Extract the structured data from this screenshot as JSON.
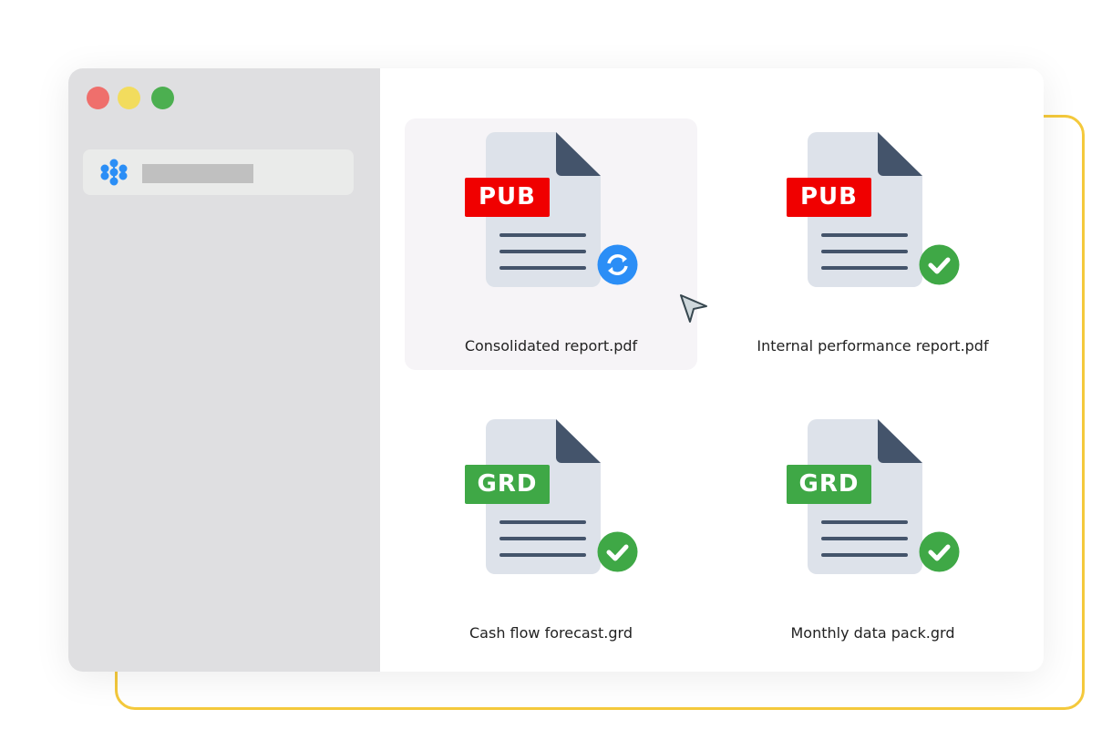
{
  "window": {
    "controls": [
      {
        "name": "close",
        "color": "#ef6f6c"
      },
      {
        "name": "minimize",
        "color": "#f2dc5d"
      },
      {
        "name": "maximize",
        "color": "#4caf50"
      }
    ]
  },
  "sidebar": {
    "app_icon": "dots-logo-icon"
  },
  "files": [
    {
      "name": "Consolidated report.pdf",
      "badge": "PUB",
      "badge_color": "#f00000",
      "status": "syncing",
      "selected": true
    },
    {
      "name": "Internal performance report.pdf",
      "badge": "PUB",
      "badge_color": "#f00000",
      "status": "synced",
      "selected": false
    },
    {
      "name": "Cash flow forecast.grd",
      "badge": "GRD",
      "badge_color": "#3fa846",
      "status": "synced",
      "selected": false
    },
    {
      "name": "Monthly data pack.grd",
      "badge": "GRD",
      "badge_color": "#3fa846",
      "status": "synced",
      "selected": false
    }
  ]
}
